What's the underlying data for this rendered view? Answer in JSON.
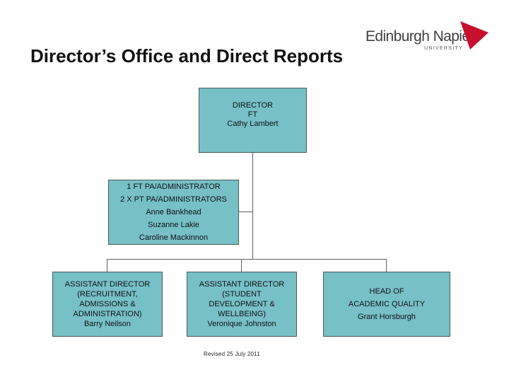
{
  "title": "Director’s Office and Direct Reports",
  "logo": {
    "wordmark": "Edinburgh Napier",
    "subtitle": "UNIVERSITY",
    "accent_color": "#c8102e",
    "icon": "arrow-triangle-icon"
  },
  "nodes": {
    "director": {
      "lines": [
        "DIRECTOR",
        "FT",
        "Cathy Lambert"
      ]
    },
    "pa": {
      "lines": [
        "1 FT PA/ADMINISTRATOR",
        "2 X PT PA/ADMINISTRATORS",
        "Anne Bankhead",
        "Suzanne Lakie",
        "Caroline Mackinnon"
      ]
    },
    "ad_recruitment": {
      "lines": [
        "ASSISTANT DIRECTOR",
        "(RECRUITMENT,",
        "ADMISSIONS &",
        "ADMINISTRATION)",
        "Barry Neilson"
      ]
    },
    "ad_student": {
      "lines": [
        "ASSISTANT DIRECTOR",
        "(STUDENT",
        "DEVELOPMENT &",
        "WELLBEING)",
        "Veronique Johnston"
      ]
    },
    "head_quality": {
      "lines": [
        "HEAD OF",
        "ACADEMIC QUALITY",
        "Grant Horsburgh"
      ]
    }
  },
  "box_color": "#76c0c6",
  "footer": {
    "revised": "Revised 25 July 2011"
  }
}
